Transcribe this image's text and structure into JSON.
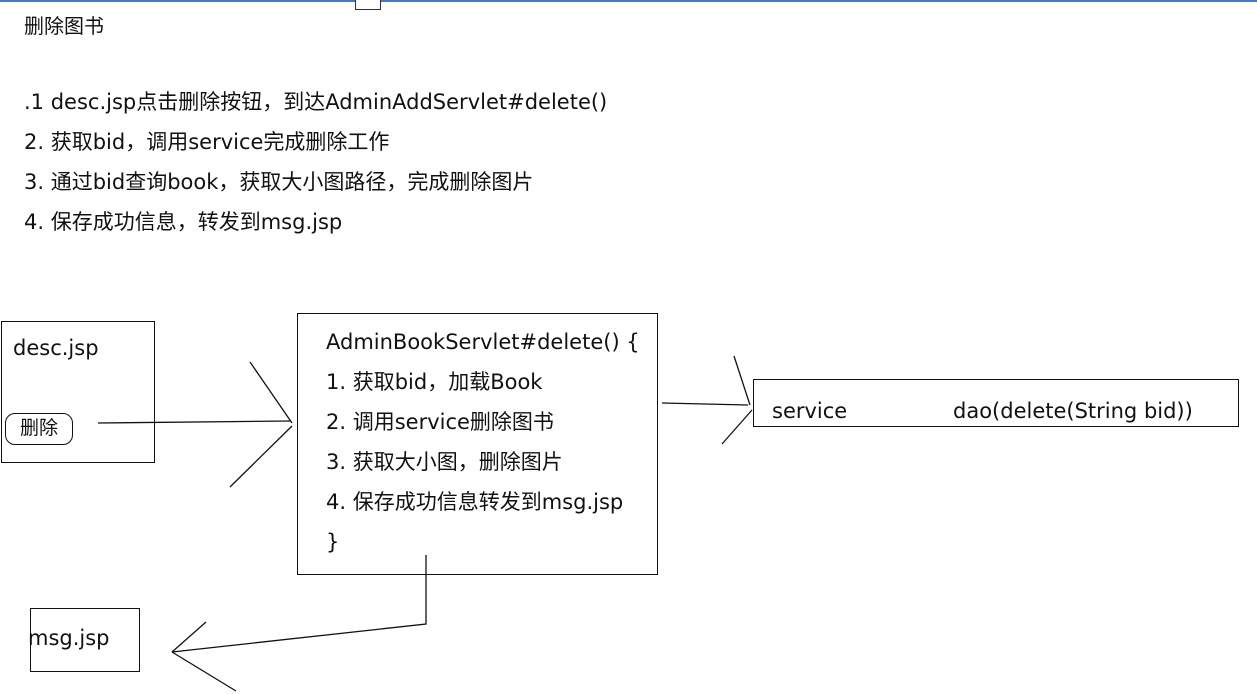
{
  "title": "删除图书",
  "steps": [
    ".1 desc.jsp点击删除按钮，到达AdminAddServlet#delete()",
    "2. 获取bid，调用service完成删除工作",
    "3. 通过bid查询book，获取大小图路径，完成删除图片",
    "4. 保存成功信息，转发到msg.jsp"
  ],
  "desc_box": {
    "label": "desc.jsp",
    "button_label": "删除"
  },
  "servlet_box": {
    "lines": [
      "AdminBookServlet#delete() {",
      "1. 获取bid，加载Book",
      "2. 调用service删除图书",
      "3. 获取大小图，删除图片",
      "4. 保存成功信息转发到msg.jsp",
      "}"
    ]
  },
  "service_box": {
    "service_label": "service",
    "dao_label": "dao(delete(String bid))"
  },
  "msg_box": {
    "label": "msg.jsp"
  },
  "colors": {
    "top_border": "#4a78c2",
    "ink": "#111111"
  }
}
